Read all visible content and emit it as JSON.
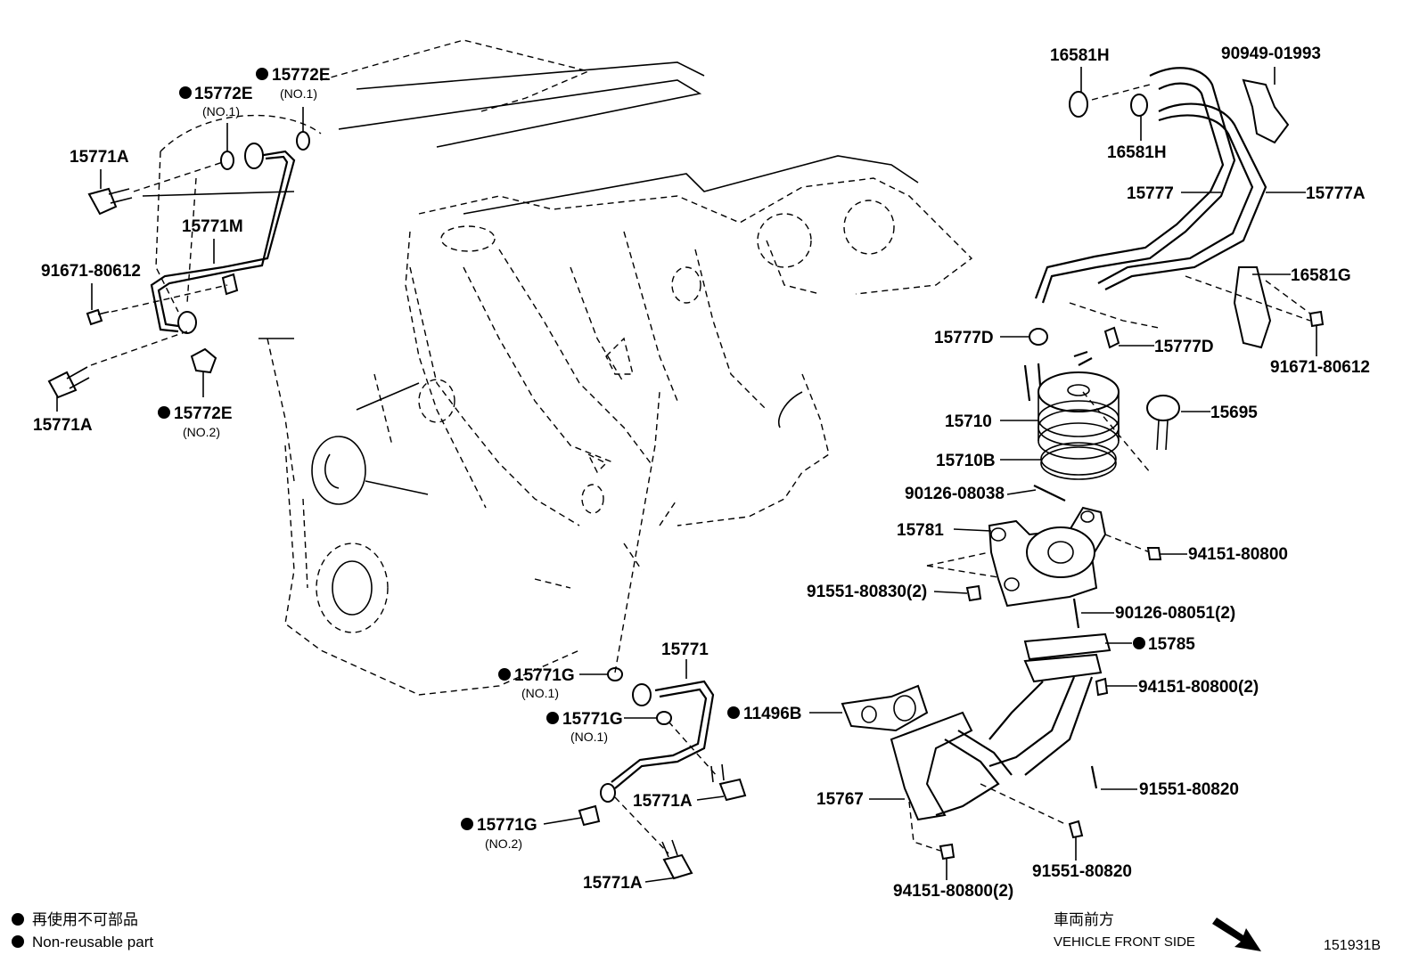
{
  "parts": [
    {
      "no": "15772E",
      "sub": "(NO.1)",
      "mark": true
    },
    {
      "no": "15772E",
      "sub": "(NO.1)",
      "mark": true
    },
    {
      "no": "15771A",
      "sub": "",
      "mark": false
    },
    {
      "no": "15771M",
      "sub": "",
      "mark": false
    },
    {
      "no": "91671-80612",
      "sub": "",
      "mark": false
    },
    {
      "no": "15771A",
      "sub": "",
      "mark": false
    },
    {
      "no": "15772E",
      "sub": "(NO.2)",
      "mark": true
    },
    {
      "no": "16581H",
      "sub": "",
      "mark": false
    },
    {
      "no": "90949-01993",
      "sub": "",
      "mark": false
    },
    {
      "no": "16581H",
      "sub": "",
      "mark": false
    },
    {
      "no": "15777",
      "sub": "",
      "mark": false
    },
    {
      "no": "15777A",
      "sub": "",
      "mark": false
    },
    {
      "no": "16581G",
      "sub": "",
      "mark": false
    },
    {
      "no": "91671-80612",
      "sub": "",
      "mark": false
    },
    {
      "no": "15777D",
      "sub": "",
      "mark": false
    },
    {
      "no": "15777D",
      "sub": "",
      "mark": false
    },
    {
      "no": "15710",
      "sub": "",
      "mark": false
    },
    {
      "no": "15695",
      "sub": "",
      "mark": false
    },
    {
      "no": "15710B",
      "sub": "",
      "mark": false
    },
    {
      "no": "90126-08038",
      "sub": "",
      "mark": false
    },
    {
      "no": "15781",
      "sub": "",
      "mark": false
    },
    {
      "no": "94151-80800",
      "sub": "",
      "mark": false
    },
    {
      "no": "91551-80830(2)",
      "sub": "",
      "mark": false
    },
    {
      "no": "90126-08051(2)",
      "sub": "",
      "mark": false
    },
    {
      "no": "15785",
      "sub": "",
      "mark": true
    },
    {
      "no": "94151-80800(2)",
      "sub": "",
      "mark": false
    },
    {
      "no": "15771",
      "sub": "",
      "mark": false
    },
    {
      "no": "15771G",
      "sub": "(NO.1)",
      "mark": true
    },
    {
      "no": "15771G",
      "sub": "(NO.1)",
      "mark": true
    },
    {
      "no": "11496B",
      "sub": "",
      "mark": true
    },
    {
      "no": "15771A",
      "sub": "",
      "mark": false
    },
    {
      "no": "15767",
      "sub": "",
      "mark": false
    },
    {
      "no": "91551-80820",
      "sub": "",
      "mark": false
    },
    {
      "no": "15771G",
      "sub": "(NO.2)",
      "mark": true
    },
    {
      "no": "91551-80820",
      "sub": "",
      "mark": false
    },
    {
      "no": "15771A",
      "sub": "",
      "mark": false
    },
    {
      "no": "94151-80800(2)",
      "sub": "",
      "mark": false
    }
  ],
  "legend": {
    "jp": "再使用不可部品",
    "en": "Non-reusable part"
  },
  "front": {
    "jp": "車両前方",
    "en": "VEHICLE FRONT SIDE"
  },
  "diagram_id": "151931B"
}
